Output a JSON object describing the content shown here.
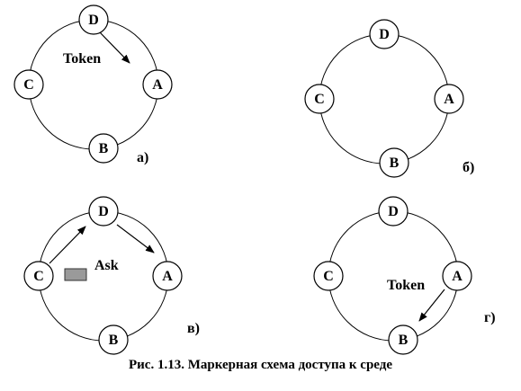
{
  "caption": "Рис. 1.13. Маркерная схема доступа к среде",
  "panels": [
    {
      "id": "a",
      "tag": "а)",
      "nodes": [
        "D",
        "A",
        "B",
        "C"
      ],
      "label": "Token",
      "arrows": [
        "D-A"
      ],
      "packet": false
    },
    {
      "id": "b",
      "tag": "б)",
      "nodes": [
        "D",
        "A",
        "B",
        "C"
      ],
      "label": "",
      "arrows": [],
      "packet": false
    },
    {
      "id": "v",
      "tag": "в)",
      "nodes": [
        "D",
        "A",
        "B",
        "C"
      ],
      "label": "Ask",
      "arrows": [
        "C-D",
        "D-A"
      ],
      "packet": true
    },
    {
      "id": "g",
      "tag": "г)",
      "nodes": [
        "D",
        "A",
        "B",
        "C"
      ],
      "label": "Token",
      "arrows": [
        "A-B"
      ],
      "packet": false
    }
  ]
}
